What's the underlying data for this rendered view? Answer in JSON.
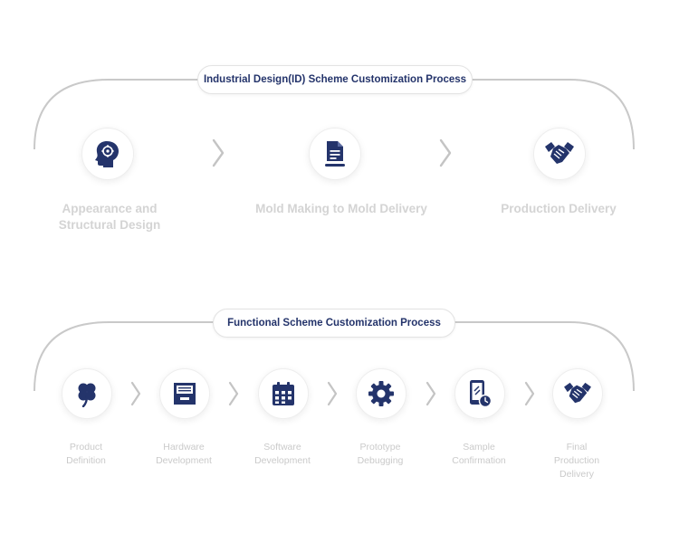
{
  "sections": [
    {
      "title": "Industrial Design(ID) Scheme Customization Process",
      "steps": [
        {
          "label_lines": [
            "Appearance and",
            "Structural Design"
          ],
          "icon": "head-gears-icon"
        },
        {
          "label_lines": [
            "Mold Making to Mold Delivery"
          ],
          "icon": "document-icon"
        },
        {
          "label_lines": [
            "Production Delivery"
          ],
          "icon": "handshake-icon"
        }
      ]
    },
    {
      "title": "Functional Scheme Customization Process",
      "steps": [
        {
          "label_lines": [
            "Product",
            "Definition"
          ],
          "icon": "clover-icon"
        },
        {
          "label_lines": [
            "Hardware",
            "Development"
          ],
          "icon": "inbox-box-icon"
        },
        {
          "label_lines": [
            "Software",
            "Development"
          ],
          "icon": "calendar-icon"
        },
        {
          "label_lines": [
            "Prototype",
            "Debugging"
          ],
          "icon": "gear-icon"
        },
        {
          "label_lines": [
            "Sample",
            "Confirmation"
          ],
          "icon": "phone-clock-icon"
        },
        {
          "label_lines": [
            "Final",
            "Production",
            "Delivery"
          ],
          "icon": "handshake-icon"
        }
      ]
    }
  ],
  "colors": {
    "icon": "#24346b",
    "title": "#24346b",
    "label": "#d4d4d4",
    "arc": "#c9c9c9",
    "chevron": "#c4c4c4"
  }
}
